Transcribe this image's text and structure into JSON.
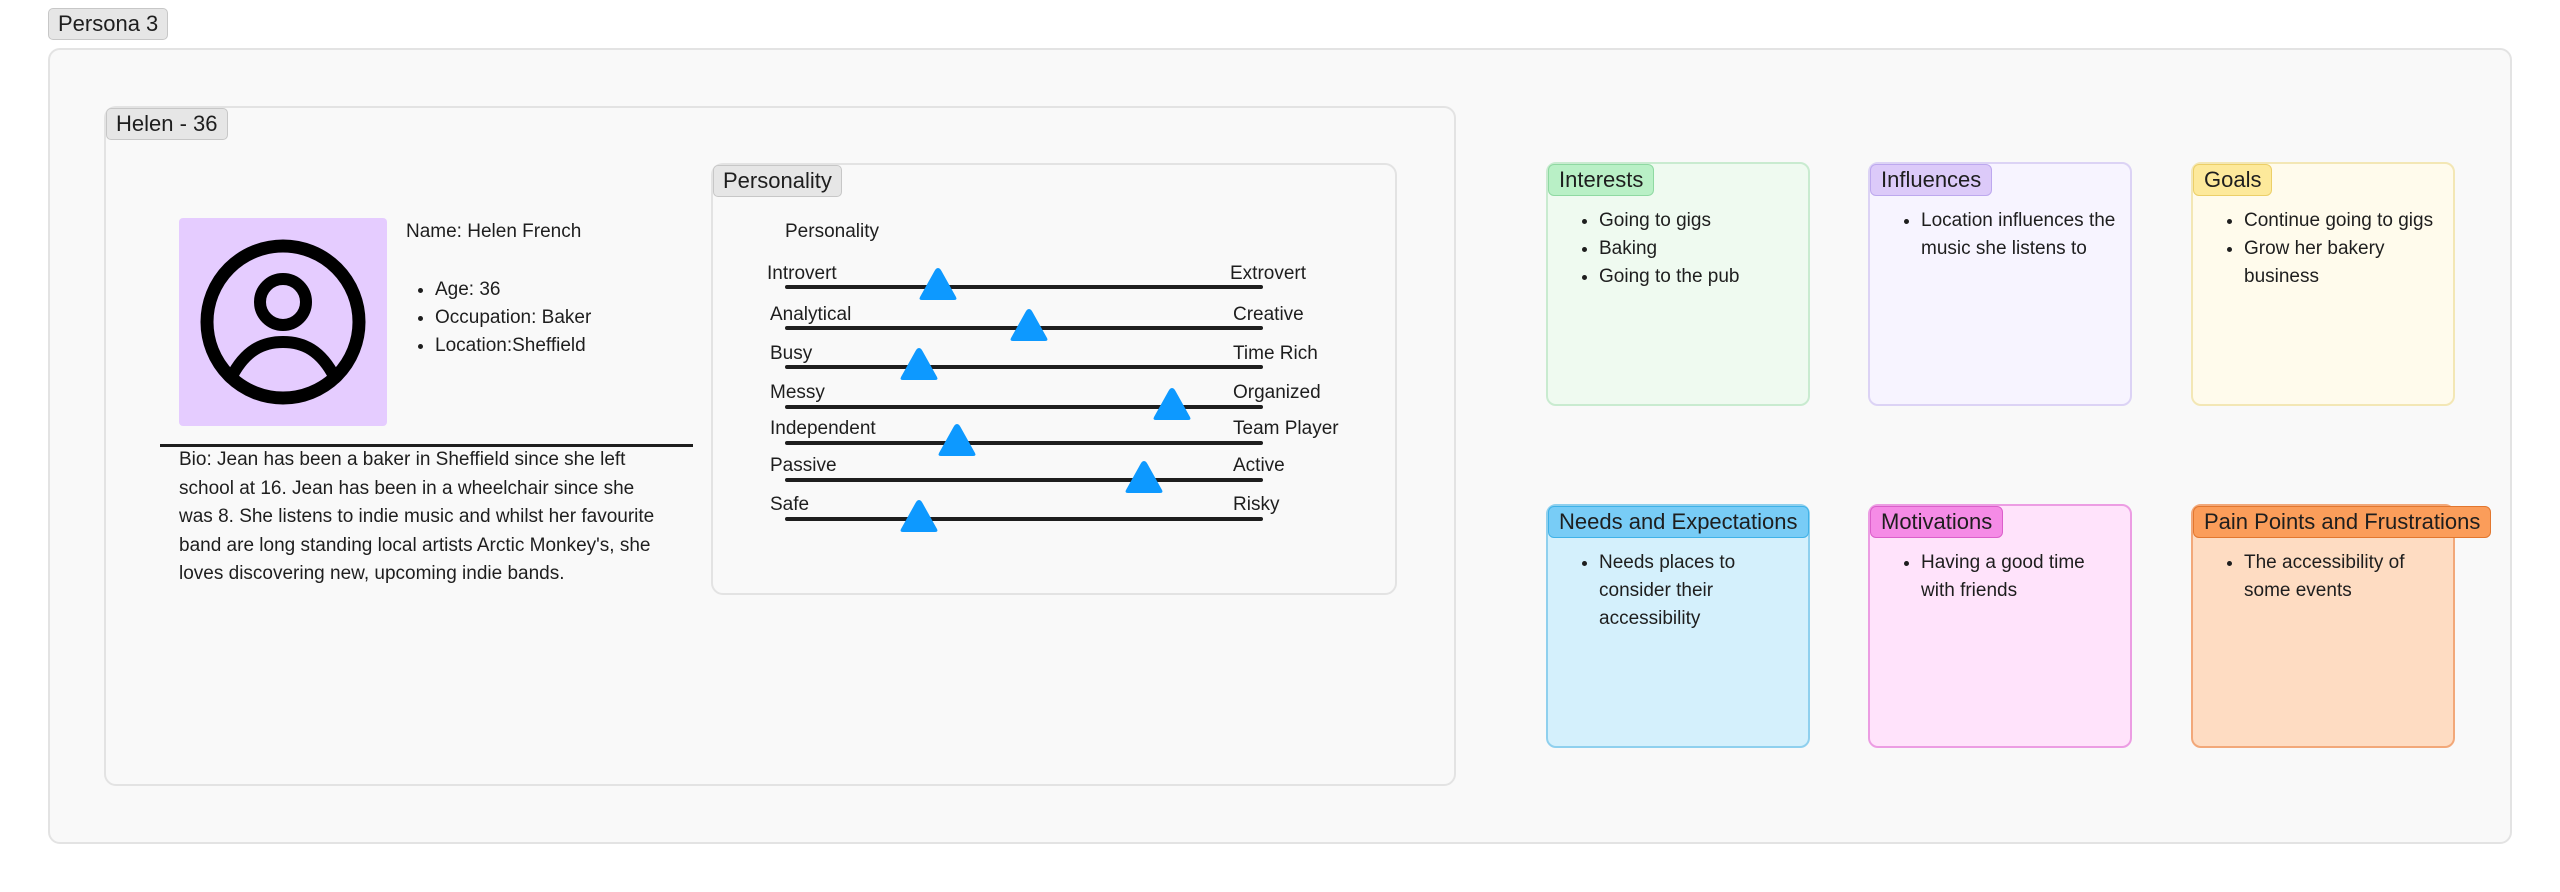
{
  "persona_tag": "Persona 3",
  "profile": {
    "tag": "Helen - 36",
    "name": "Name: Helen French",
    "details": [
      "Age: 36",
      "Occupation: Baker",
      "Location:Sheffield"
    ],
    "bio": "Bio: Jean has been a baker in Sheffield since she left school at 16. Jean has been in a wheelchair since she was 8. She listens to indie music and whilst her favourite band are long standing local artists Arctic Monkey's, she loves discovering new, upcoming indie bands.",
    "avatar_icon": "user-circle-icon"
  },
  "personality": {
    "tag": "Personality",
    "heading": "Personality",
    "sliders": [
      {
        "left": "Introvert",
        "right": "Extrovert",
        "value": 0.32
      },
      {
        "left": "Analytical",
        "right": "Creative",
        "value": 0.51
      },
      {
        "left": "Busy",
        "right": "Time Rich",
        "value": 0.28
      },
      {
        "left": "Messy",
        "right": "Organized",
        "value": 0.81
      },
      {
        "left": "Independent",
        "right": "Team Player",
        "value": 0.36
      },
      {
        "left": "Passive",
        "right": "Active",
        "value": 0.75
      },
      {
        "left": "Safe",
        "right": "Risky",
        "value": 0.28
      }
    ],
    "thumb_color": "#0d99ff"
  },
  "cards": [
    {
      "title": "Interests",
      "items": [
        "Going to gigs",
        "Baking",
        "Going to the pub"
      ],
      "bg": "#effaf0",
      "border": "#c9ebd0",
      "tag_bg": "#b9f0c6",
      "tag_border": "#8fd9a2"
    },
    {
      "title": "Influences",
      "items": [
        "Location influences the music she listens to"
      ],
      "bg": "#f7f4ff",
      "border": "#dcd3f5",
      "tag_bg": "#dccaf9",
      "tag_border": "#bda8ee"
    },
    {
      "title": "Goals",
      "items": [
        "Continue going to gigs",
        "Grow her bakery business"
      ],
      "bg": "#fffbec",
      "border": "#f3e7b5",
      "tag_bg": "#fde99b",
      "tag_border": "#eccf68"
    },
    {
      "title": "Needs and Expectations",
      "items": [
        "Needs places to consider their accessibility"
      ],
      "bg": "#d4f0fc",
      "border": "#8fd0ee",
      "tag_bg": "#78ccf6",
      "tag_border": "#3fb2e8"
    },
    {
      "title": "Motivations",
      "items": [
        "Having a good time with friends"
      ],
      "bg": "#ffe3fb",
      "border": "#ec9de3",
      "tag_bg": "#f58be6",
      "tag_border": "#db5fca"
    },
    {
      "title": "Pain Points and Frustrations",
      "items": [
        "The accessibility of some events"
      ],
      "bg": "#fedcc2",
      "border": "#f2a879",
      "tag_bg": "#fb9d5a",
      "tag_border": "#e2772f"
    }
  ]
}
